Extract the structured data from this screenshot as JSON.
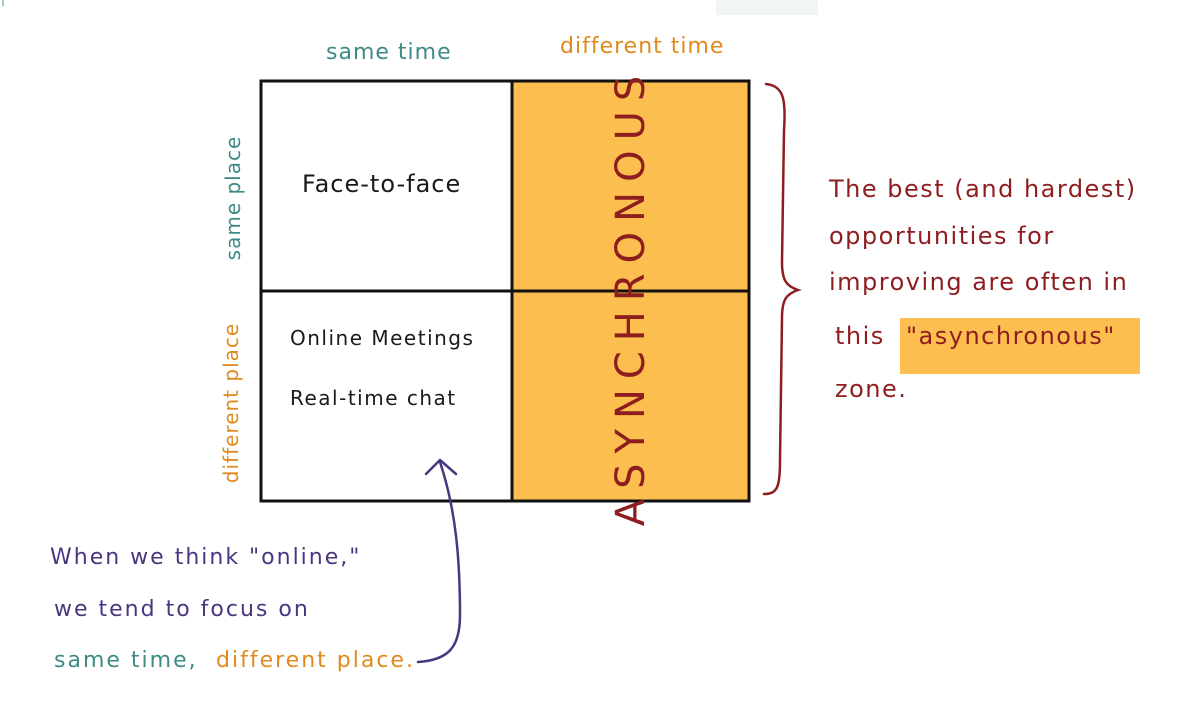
{
  "columns": {
    "same_time": "same time",
    "different_time": "different time"
  },
  "rows": {
    "same_place": "same place",
    "different_place": "different place"
  },
  "cells": {
    "face_to_face": "Face-to-face",
    "online_meetings": "Online Meetings",
    "realtime_chat": "Real-time chat",
    "async_label": "ASYNCHRONOUS"
  },
  "note": {
    "line1": "The best (and hardest)",
    "line2": "opportunities for",
    "line3": "improving are often in",
    "line4_prefix": "this",
    "line4_highlight": "\"asynchronous\"",
    "line5": "zone."
  },
  "bottom_note": {
    "line1": "When we think \"online,\"",
    "line2": "we tend to focus on",
    "line3_a": "same time,",
    "line3_b": "different place."
  },
  "colors": {
    "same_time_teal": "#3f8a86",
    "different_orange": "#e08a1e",
    "async_fill": "#fbbe4f",
    "note_red": "#8e1d1f",
    "bottom_note_purple": "#4a3680"
  }
}
